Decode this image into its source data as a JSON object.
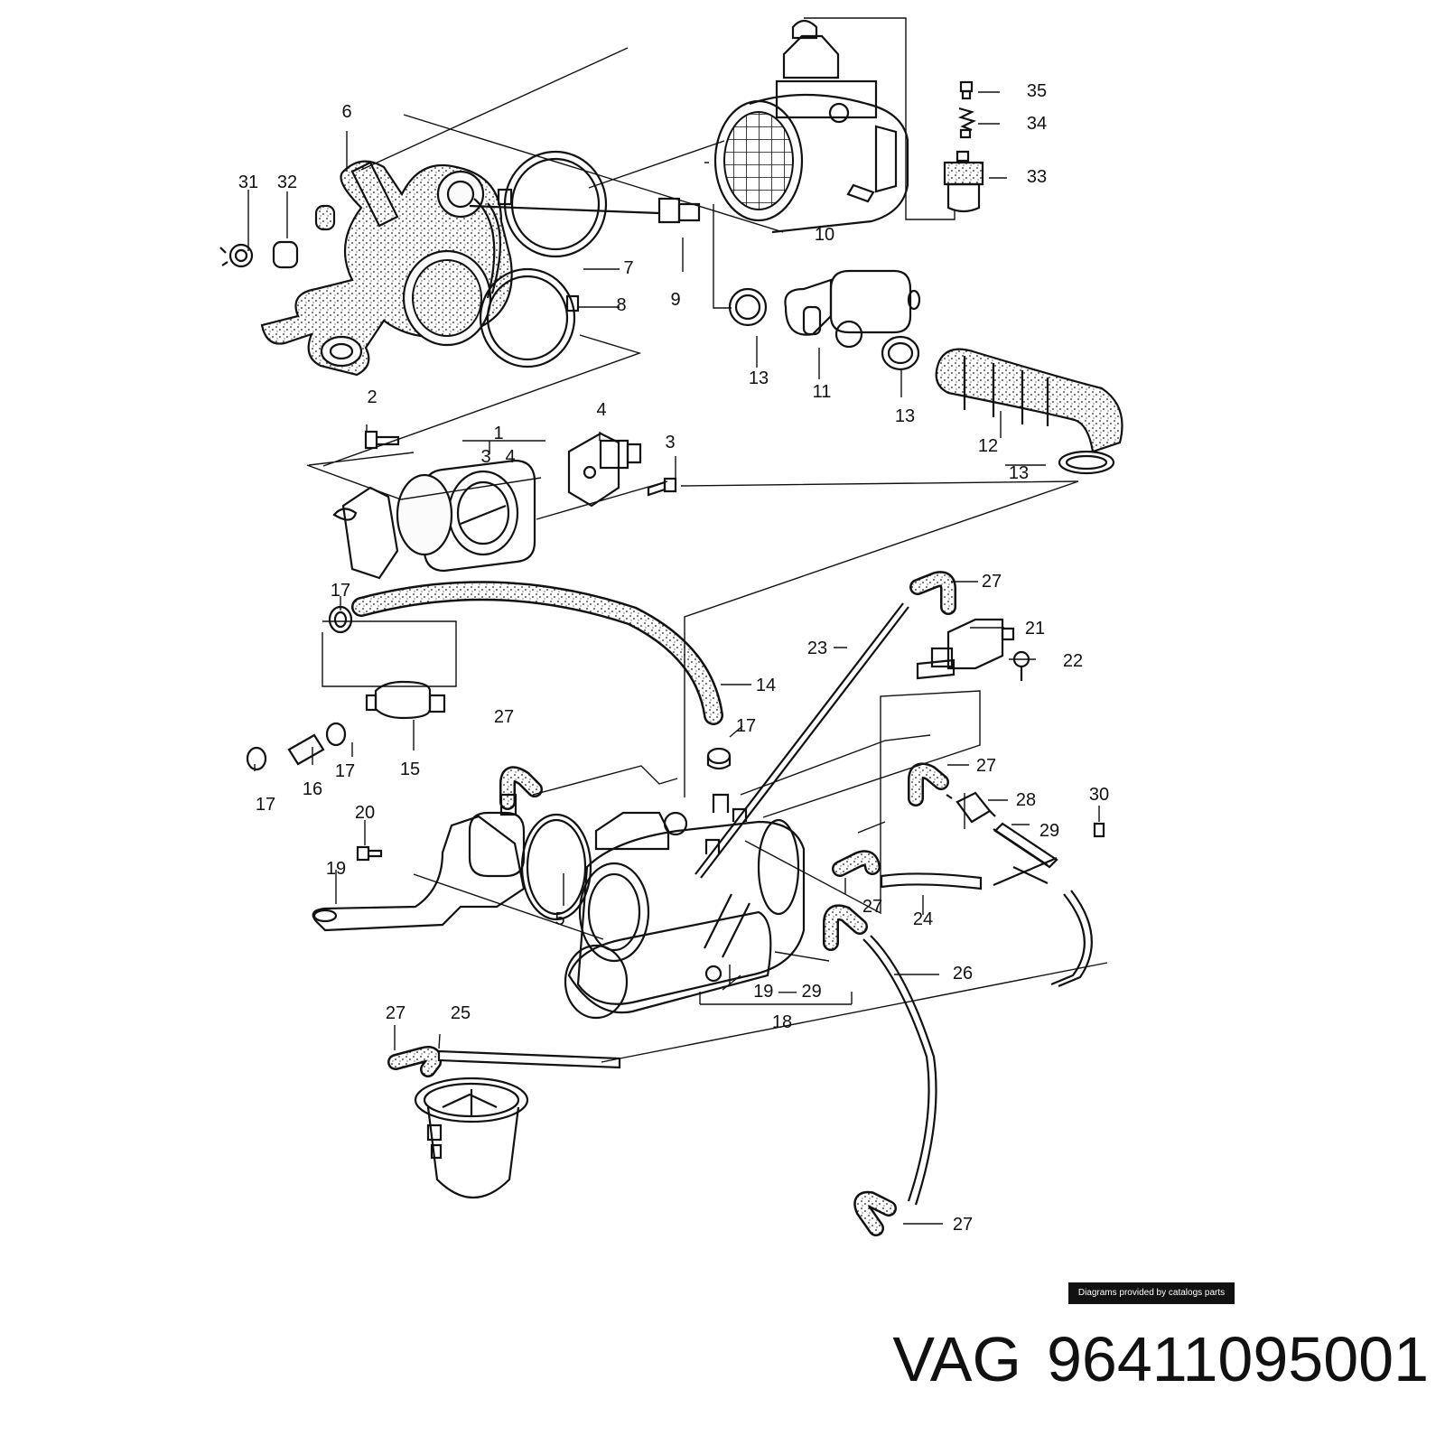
{
  "diagram": {
    "callouts": [
      {
        "id": "c35",
        "text": "35"
      },
      {
        "id": "c34",
        "text": "34"
      },
      {
        "id": "c33",
        "text": "33"
      },
      {
        "id": "c6",
        "text": "6"
      },
      {
        "id": "c31",
        "text": "31"
      },
      {
        "id": "c32",
        "text": "32"
      },
      {
        "id": "c7",
        "text": "7"
      },
      {
        "id": "c9",
        "text": "9"
      },
      {
        "id": "c8",
        "text": "8"
      },
      {
        "id": "c10",
        "text": "10"
      },
      {
        "id": "c13a",
        "text": "13"
      },
      {
        "id": "c11",
        "text": "11"
      },
      {
        "id": "c13b",
        "text": "13"
      },
      {
        "id": "c12",
        "text": "12"
      },
      {
        "id": "c13c",
        "text": "13"
      },
      {
        "id": "c2",
        "text": "2"
      },
      {
        "id": "c1",
        "text": "1"
      },
      {
        "id": "c3g",
        "text": "3"
      },
      {
        "id": "c4g",
        "text": "4"
      },
      {
        "id": "c4",
        "text": "4"
      },
      {
        "id": "c3",
        "text": "3"
      },
      {
        "id": "c17a",
        "text": "17"
      },
      {
        "id": "c27a",
        "text": "27"
      },
      {
        "id": "c21",
        "text": "21"
      },
      {
        "id": "c22",
        "text": "22"
      },
      {
        "id": "c23",
        "text": "23"
      },
      {
        "id": "c14",
        "text": "14"
      },
      {
        "id": "c27b",
        "text": "27"
      },
      {
        "id": "c17b",
        "text": "17"
      },
      {
        "id": "c17c",
        "text": "17"
      },
      {
        "id": "c16",
        "text": "16"
      },
      {
        "id": "c17d",
        "text": "17"
      },
      {
        "id": "c15",
        "text": "15"
      },
      {
        "id": "c27c",
        "text": "27"
      },
      {
        "id": "c28",
        "text": "28"
      },
      {
        "id": "c30",
        "text": "30"
      },
      {
        "id": "c20",
        "text": "20"
      },
      {
        "id": "c29",
        "text": "29"
      },
      {
        "id": "c19",
        "text": "19"
      },
      {
        "id": "c27d",
        "text": "27"
      },
      {
        "id": "c24",
        "text": "24"
      },
      {
        "id": "c5",
        "text": "5"
      },
      {
        "id": "c26",
        "text": "26"
      },
      {
        "id": "c1929",
        "text": "19 — 29"
      },
      {
        "id": "c18",
        "text": "18"
      },
      {
        "id": "c27e",
        "text": "27"
      },
      {
        "id": "c25",
        "text": "25"
      },
      {
        "id": "c27f",
        "text": "27"
      }
    ]
  },
  "credit": "Diagrams provided by catalogs parts",
  "brand": {
    "maker": "VAG",
    "part_number": "96411095001"
  }
}
